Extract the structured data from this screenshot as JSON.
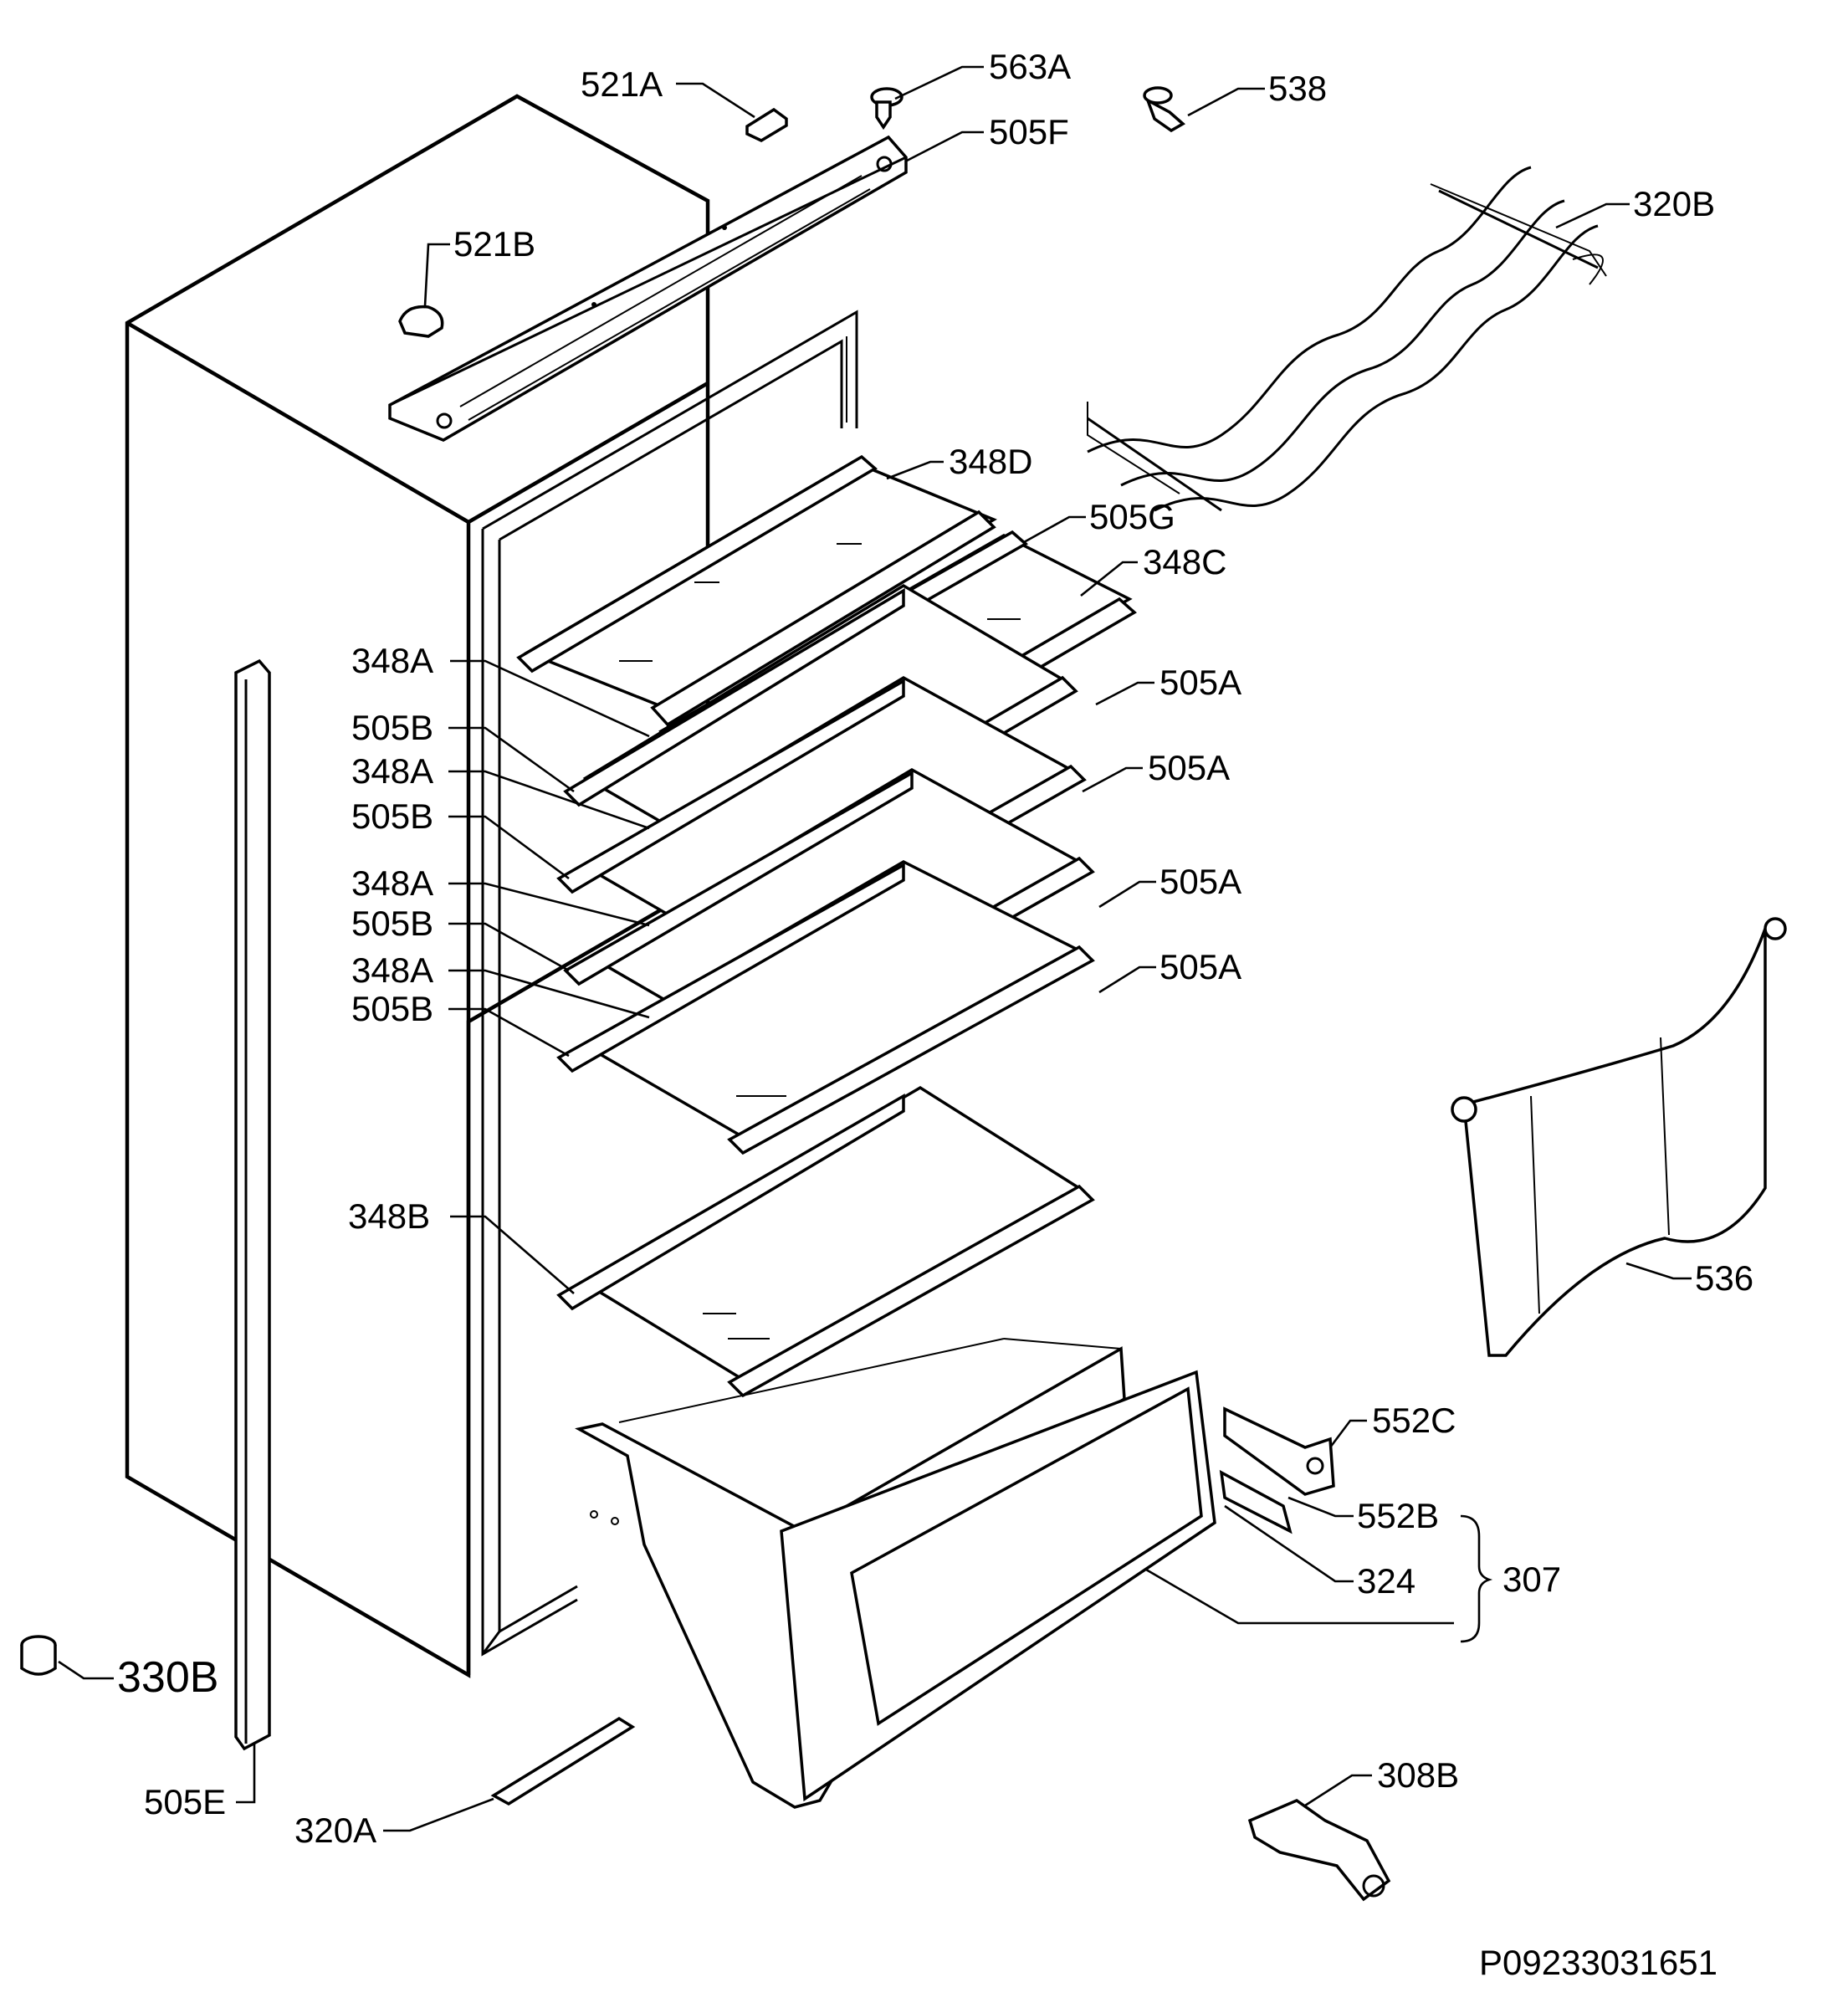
{
  "drawing_number": "P09233031651",
  "parts": [
    {
      "id": "521A",
      "name": "part-521a"
    },
    {
      "id": "563A",
      "name": "part-563a"
    },
    {
      "id": "538",
      "name": "part-538"
    },
    {
      "id": "505F",
      "name": "part-505f"
    },
    {
      "id": "521B",
      "name": "part-521b"
    },
    {
      "id": "320B",
      "name": "part-320b"
    },
    {
      "id": "348D",
      "name": "part-348d"
    },
    {
      "id": "505G",
      "name": "part-505g"
    },
    {
      "id": "348C",
      "name": "part-348c"
    },
    {
      "id": "348A",
      "name": "part-348a-1"
    },
    {
      "id": "505A",
      "name": "part-505a-1"
    },
    {
      "id": "505B",
      "name": "part-505b-1"
    },
    {
      "id": "348A",
      "name": "part-348a-2"
    },
    {
      "id": "505A",
      "name": "part-505a-2"
    },
    {
      "id": "505B",
      "name": "part-505b-2"
    },
    {
      "id": "348A",
      "name": "part-348a-3"
    },
    {
      "id": "505A",
      "name": "part-505a-3"
    },
    {
      "id": "505B",
      "name": "part-505b-3"
    },
    {
      "id": "348A",
      "name": "part-348a-4"
    },
    {
      "id": "505A",
      "name": "part-505a-4"
    },
    {
      "id": "505B",
      "name": "part-505b-4"
    },
    {
      "id": "348B",
      "name": "part-348b"
    },
    {
      "id": "536",
      "name": "part-536"
    },
    {
      "id": "552C",
      "name": "part-552c"
    },
    {
      "id": "552B",
      "name": "part-552b"
    },
    {
      "id": "324",
      "name": "part-324"
    },
    {
      "id": "307",
      "name": "part-307"
    },
    {
      "id": "330B",
      "name": "part-330b"
    },
    {
      "id": "505E",
      "name": "part-505e"
    },
    {
      "id": "320A",
      "name": "part-320a"
    },
    {
      "id": "308B",
      "name": "part-308b"
    }
  ]
}
